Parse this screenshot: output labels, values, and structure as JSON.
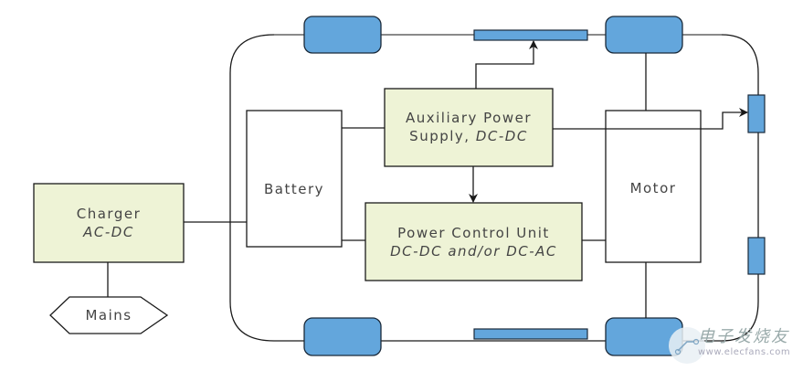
{
  "diagram": {
    "title": "Electric vehicle power architecture block diagram",
    "colors": {
      "block_fill": "#eef3d6",
      "component_fill": "#63a6dc",
      "line": "#1a1a1a",
      "text": "#444444"
    },
    "blocks": {
      "charger": {
        "line1": "Charger",
        "line2": "AC-DC"
      },
      "mains": {
        "label": "Mains"
      },
      "battery": {
        "label": "Battery"
      },
      "aux_power_supply": {
        "line1": "Auxiliary Power",
        "line2a": "Supply,",
        "line2b": "DC-DC"
      },
      "power_control_unit": {
        "line1": "Power Control Unit",
        "line2": "DC-DC and/or DC-AC"
      },
      "motor": {
        "label": "Motor"
      }
    },
    "connections": [
      {
        "from": "mains",
        "to": "charger"
      },
      {
        "from": "charger",
        "to": "battery"
      },
      {
        "from": "battery",
        "to": "aux_power_supply"
      },
      {
        "from": "battery",
        "to": "power_control_unit"
      },
      {
        "from": "aux_power_supply",
        "to": "power_control_unit",
        "arrow": true
      },
      {
        "from": "aux_power_supply",
        "to": "front_axle",
        "arrow": true
      },
      {
        "from": "aux_power_supply",
        "to": "side_component_upper",
        "arrow": true
      },
      {
        "from": "power_control_unit",
        "to": "motor"
      },
      {
        "from": "motor",
        "to": "wheel_front_right"
      },
      {
        "from": "motor",
        "to": "wheel_rear_right"
      }
    ],
    "components": [
      "wheel_front_left",
      "wheel_front_right",
      "wheel_rear_left",
      "wheel_rear_right",
      "front_axle",
      "rear_axle",
      "side_component_upper",
      "side_component_lower"
    ]
  },
  "watermark": {
    "text_cn": "电子发烧友",
    "url": "www.elecfans.com"
  }
}
